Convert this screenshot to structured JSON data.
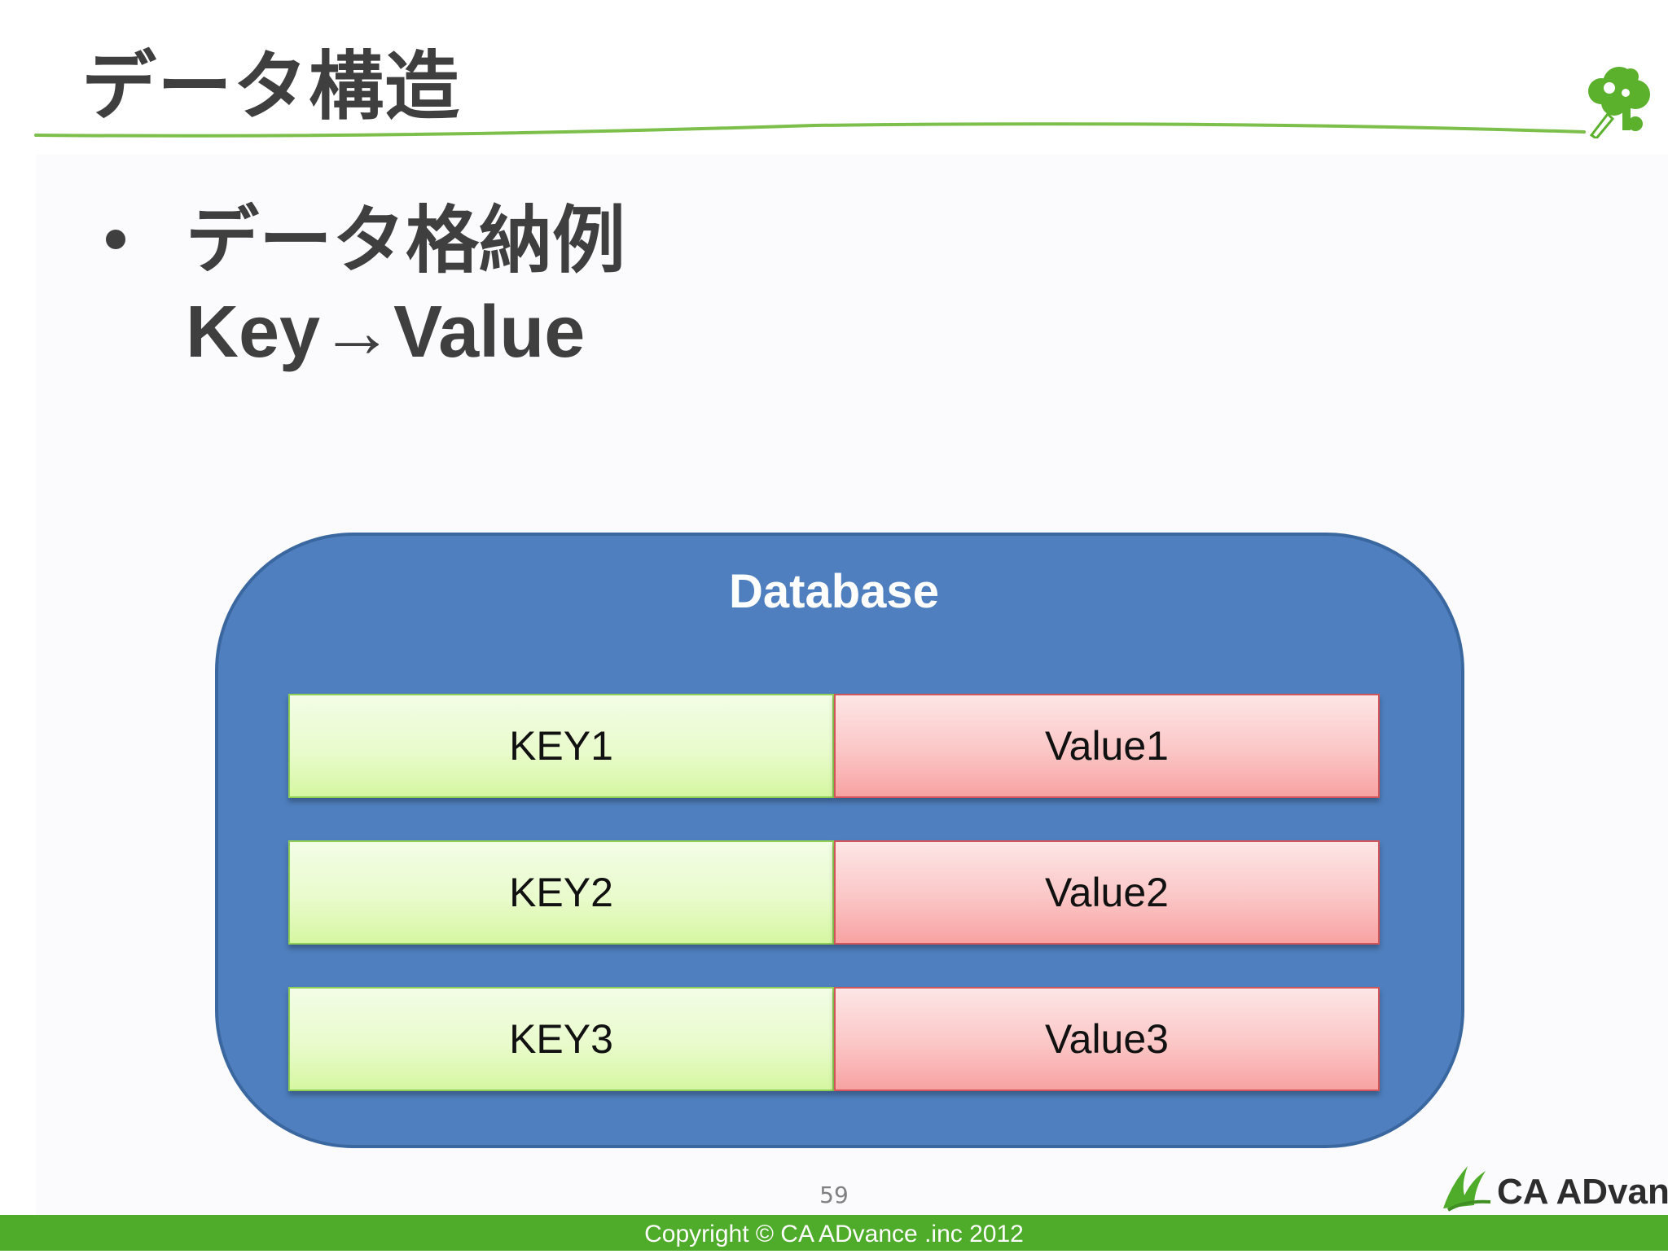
{
  "slide": {
    "title": "データ構造",
    "bullet": {
      "line1": "データ格納例",
      "line2": "Key→Value"
    }
  },
  "diagram": {
    "container_label": "Database",
    "rows": [
      {
        "key": "KEY1",
        "value": "Value1"
      },
      {
        "key": "KEY2",
        "value": "Value2"
      },
      {
        "key": "KEY3",
        "value": "Value3"
      }
    ]
  },
  "footer": {
    "page_number": "59",
    "copyright": "Copyright © CA ADvance .inc 2012",
    "brand": "CA ADvance"
  },
  "colors": {
    "accent_green": "#4fab2a",
    "database_blue": "#4f7fbe",
    "key_fill": "#e9fbcc",
    "value_fill": "#fbc6c6",
    "title_text": "#3f3f3f"
  }
}
